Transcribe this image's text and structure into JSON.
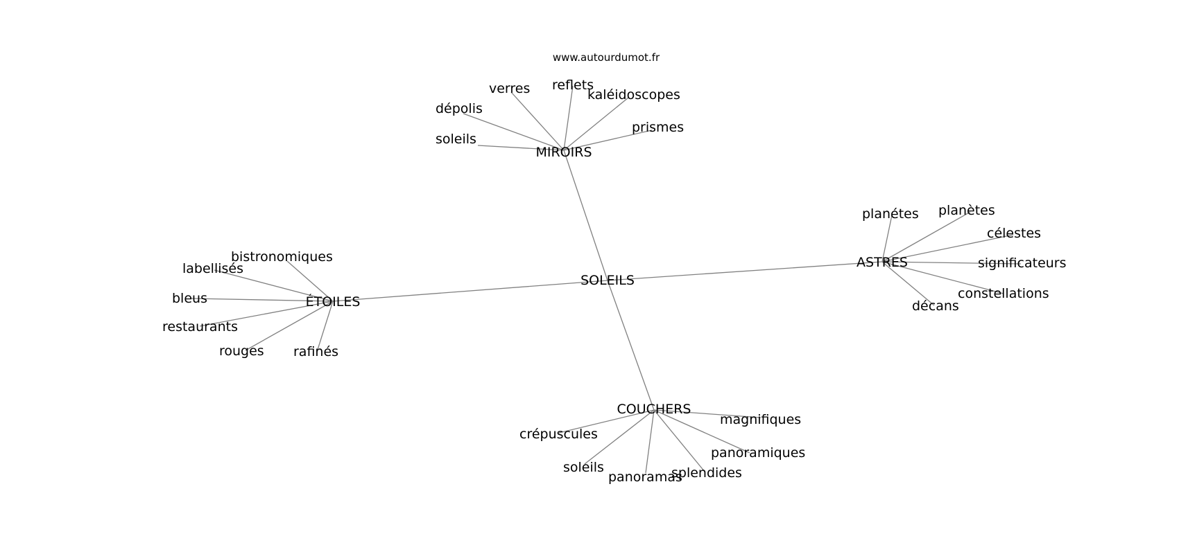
{
  "source": "www.autourdumot.fr",
  "center": "SOLEILS",
  "groups": [
    {
      "word": "MIROIRS",
      "leaves": [
        "soleils",
        "dépolis",
        "verres",
        "reflets",
        "kaléidoscopes",
        "prismes"
      ]
    },
    {
      "word": "ASTRES",
      "leaves": [
        "planétes",
        "planètes",
        "célestes",
        "significateurs",
        "constellations",
        "décans"
      ]
    },
    {
      "word": "ÉTOILES",
      "leaves": [
        "bistronomiques",
        "labellisés",
        "bleus",
        "restaurants",
        "rouges",
        "rafinés"
      ]
    },
    {
      "word": "COUCHERS",
      "leaves": [
        "magnifiques",
        "crépuscules",
        "soleils",
        "panoramas",
        "splendides",
        "panoramiques"
      ]
    }
  ],
  "colors": {
    "edge": "#808080",
    "text": "#000000",
    "background": "#ffffff"
  }
}
